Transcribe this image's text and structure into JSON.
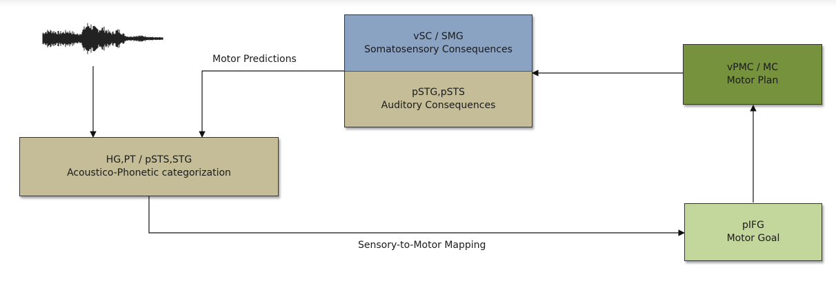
{
  "nodes": {
    "acoustic": {
      "line1": "HG,PT / pSTS,STG",
      "line2": "Acoustico-Phonetic categorization",
      "color": "#c4bd97"
    },
    "somatosensory": {
      "line1": "vSC / SMG",
      "line2": "Somatosensory Consequences",
      "color": "#8aa3c2"
    },
    "auditory": {
      "line1": "pSTG,pSTS",
      "line2": "Auditory Consequences",
      "color": "#c4bd97"
    },
    "motor_plan": {
      "line1": "vPMC / MC",
      "line2": "Motor Plan",
      "color": "#76923c"
    },
    "motor_goal": {
      "line1": "pIFG",
      "line2": "Motor Goal",
      "color": "#c3d69b"
    }
  },
  "edges": {
    "motor_predictions": "Motor Predictions",
    "sensory_to_motor": "Sensory-to-Motor Mapping"
  },
  "icons": {
    "waveform": "speech-waveform-icon"
  }
}
